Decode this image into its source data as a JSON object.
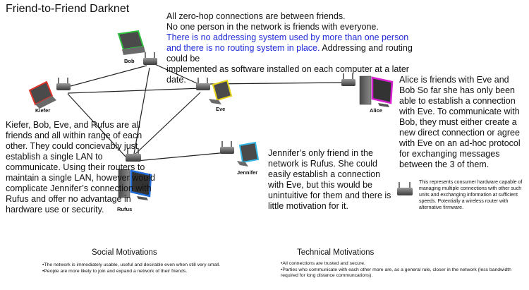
{
  "title": "Friend-to-Friend Darknet",
  "top_text": {
    "line1": "All zero-hop connections are between friends.",
    "line2": "No one person in the network is friends with everyone.",
    "blue_line1": "There is no addressing system used by more than one person",
    "blue_line2": "and there is no routing system in place.",
    "line3_tail": " Addressing and routing could be",
    "line4": "implemented as software installed on each computer at a later date."
  },
  "alice_text": "Alice is friends with Eve and Bob So far she has only been able to establish a connection with Eve. To communicate with Bob, they must either create a new direct connection or agree with Eve on an ad-hoc protocol for exchanging messages between the 3 of them.",
  "kiefer_text": "Kiefer, Bob, Eve, and Rufus are all friends  and all within range of each other. They could concievably just establish a single LAN to communicate. Using their routers to maintain a single LAN, however would complicate Jennifer’s connection with Rufus and offer no advantage in hardware use or security.",
  "jennifer_text": "Jennifer’s only friend in the network is Rufus. She could easily establish a connection with Eve, but this would be unintuitive for them and there is little motivation for it.",
  "legend_text": "This represents consumer hardware capable of managing multiple connections with other such units and exchanging information at sufficient speeds. Potentially a wireless router with alternative firmware.",
  "nodes": {
    "bob": "Bob",
    "kiefer": "Kiefer",
    "eve": "Eve",
    "alice": "Alice",
    "jennifer": "Jennifer",
    "rufus": "Rufus"
  },
  "social": {
    "title": "Social Motivations",
    "bullets": [
      "The network is immediately usable, useful and desirable even when still very small.",
      "People are more likely to join and expand a network of their friends."
    ]
  },
  "technical": {
    "title": "Technical Motivations",
    "bullets": [
      "All connections are trusted and secure.",
      "Parties who communicate with each other more are, as a general rule, closer in the network (less bandwidth required for long distance communcations)."
    ]
  },
  "colors": {
    "bob_laptop": "#2fbf3f",
    "kiefer_laptop": "#e0342a",
    "eve_laptop": "#e6d21a",
    "alice_screen": "#d61fd0",
    "jennifer_laptop": "#33b8e8",
    "rufus_screen": "#1e6bd6",
    "blue_text": "#1f2bd8"
  }
}
